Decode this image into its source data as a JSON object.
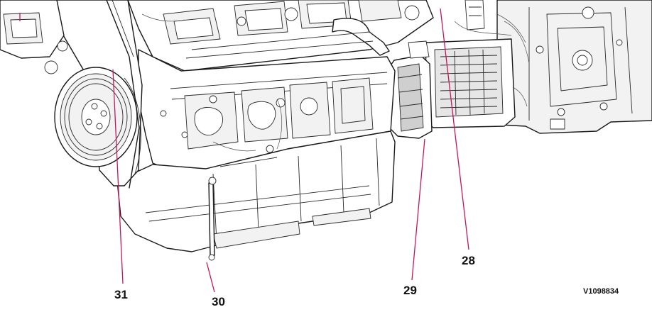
{
  "callouts": {
    "c28": "28",
    "c29": "29",
    "c30": "30",
    "c31": "31"
  },
  "figure_id": "V1098834",
  "colors": {
    "leader_line": "#c2185b",
    "line_art": "#1a1a1a"
  }
}
